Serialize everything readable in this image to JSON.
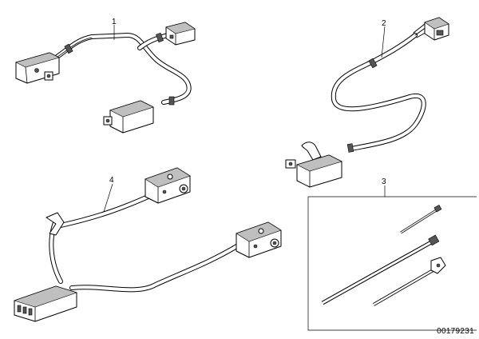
{
  "callouts": {
    "part1": "1",
    "part2": "2",
    "part3": "3",
    "part4": "4"
  },
  "drawing_code": "00179231",
  "icons": {
    "part1": "wiring-harness-icon",
    "part2": "wiring-harness-icon",
    "part3": "cable-tie-icon",
    "part4": "wiring-harness-icon"
  }
}
